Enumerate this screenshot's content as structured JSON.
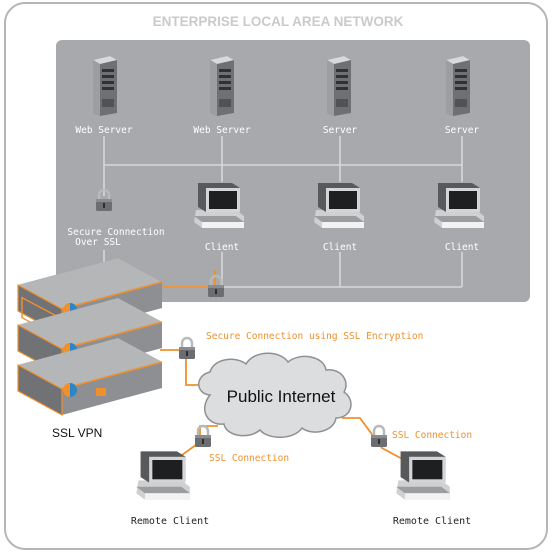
{
  "diagram": {
    "title": "ENTERPRISE LOCAL AREA NETWORK",
    "servers": [
      {
        "label": "Web Server"
      },
      {
        "label": "Web Server"
      },
      {
        "label": "Server"
      },
      {
        "label": "Server"
      }
    ],
    "clients": [
      {
        "label": "Client"
      },
      {
        "label": "Client"
      },
      {
        "label": "Client"
      }
    ],
    "secure_lan_label_line1": "Secure Connection",
    "secure_lan_label_line2": "Over SSL",
    "vpn_label": "SSL VPN",
    "internet_label": "Public Internet",
    "ssl_encryption_label": "Secure Connection using SSL Encryption",
    "remote_left": {
      "connection_label": "SSL Connection",
      "client_label": "Remote Client"
    },
    "remote_right": {
      "connection_label": "SSL Connection",
      "client_label": "Remote Client"
    },
    "colors": {
      "lan_panel": "#a7a9ac",
      "frame": "#b5b6b8",
      "title": "#c9cacc",
      "orange": "#f0902c",
      "vpn_body": "#8d8f92",
      "vpn_blue": "#2a86c7",
      "link_line": "#d7d8d9"
    },
    "icons": [
      "server-icon",
      "client-computer-icon",
      "padlock-icon",
      "cloud-icon",
      "vpn-appliance-icon"
    ]
  }
}
